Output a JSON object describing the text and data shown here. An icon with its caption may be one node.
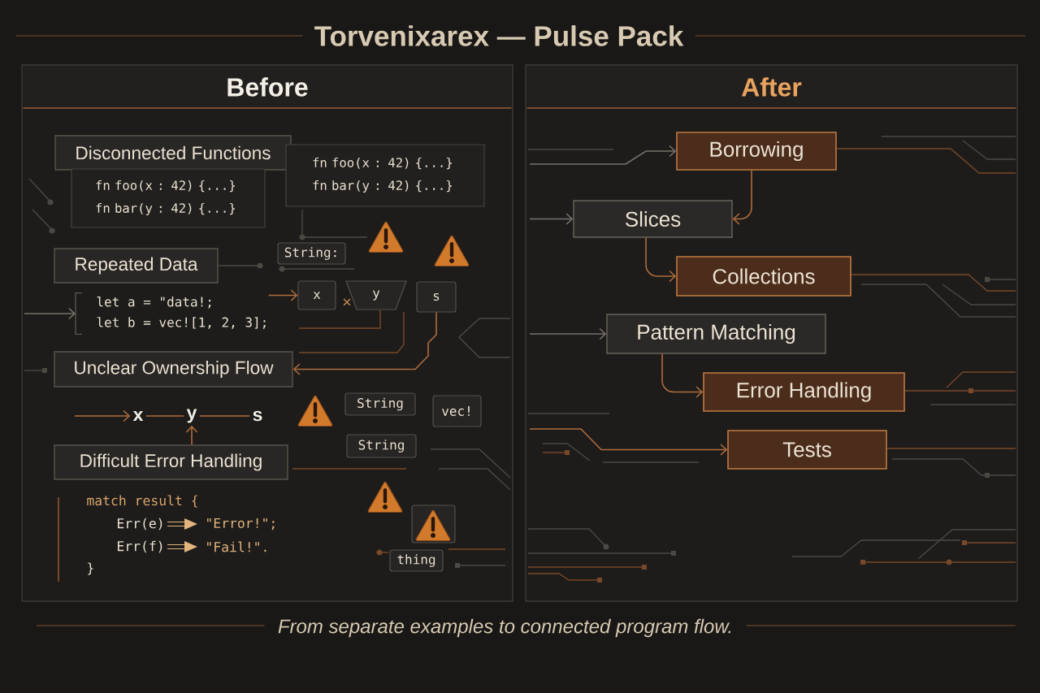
{
  "diagram": {
    "title": "Torvenixarex — Pulse Pack",
    "caption": "From separate examples to connected program flow.",
    "nodes": [
      {
        "text": [
          "Before"
        ]
      },
      {
        "text": [
          "After"
        ]
      },
      {
        "text": [
          "Disconnected Functions"
        ],
        "in": 0
      },
      {
        "text": [
          "fn foo(x : 42) {...}",
          "fn bar(y : 42) {...}"
        ],
        "in": 0
      },
      {
        "text": [
          "fn foo(x : 42) {...}",
          "fn bar(y : 42) {...}"
        ],
        "in": 0
      },
      {
        "text": [
          "Repeated Data"
        ],
        "in": 0
      },
      {
        "text": [
          "String:"
        ],
        "in": 0
      },
      {
        "text": [
          "let a = \"data!;",
          "let b = vec![1, 2, 3];"
        ],
        "in": 0
      },
      {
        "text": [
          "x"
        ],
        "in": 0
      },
      {
        "text": [
          "y"
        ],
        "in": 0
      },
      {
        "text": [
          "s"
        ],
        "in": 0
      },
      {
        "text": [
          "Unclear Ownership Flow"
        ],
        "in": 0
      },
      {
        "text": [
          "x"
        ],
        "in": 0
      },
      {
        "text": [
          "y"
        ],
        "in": 0
      },
      {
        "text": [
          "s"
        ],
        "in": 0
      },
      {
        "text": [
          "String"
        ],
        "in": 0
      },
      {
        "text": [
          "vec!"
        ],
        "in": 0
      },
      {
        "text": [
          "String"
        ],
        "in": 0
      },
      {
        "text": [
          "Difficult Error Handling"
        ],
        "in": 0
      },
      {
        "text": [],
        "shape": "box",
        "in": 0
      },
      {
        "text": [
          "thing"
        ],
        "in": 0
      },
      {
        "text": [
          "Borrowing"
        ],
        "in": 1
      },
      {
        "text": [
          "Slices"
        ],
        "in": 1
      },
      {
        "text": [
          "Collections"
        ],
        "in": 1
      },
      {
        "text": [
          "Pattern Matching"
        ],
        "in": 1
      },
      {
        "text": [
          "Error Handling"
        ],
        "in": 1
      },
      {
        "text": [
          "Tests"
        ],
        "in": 1
      }
    ],
    "edges": [
      {
        "from": null,
        "to": 7,
        "arrow": "to",
        "color": "#77716a"
      },
      {
        "from": 7,
        "to": 8,
        "arrow": "to"
      },
      {
        "from": 10,
        "to": 11,
        "arrow": "to"
      },
      {
        "from": null,
        "to": 12,
        "arrow": "to"
      },
      {
        "from": 12,
        "to": 13,
        "arrow": "none"
      },
      {
        "from": 13,
        "to": 14,
        "arrow": "none"
      },
      {
        "from": 18,
        "to": 13,
        "arrow": "to"
      },
      {
        "from": null,
        "to": 21,
        "arrow": "to",
        "color": "#77716a"
      },
      {
        "from": 21,
        "to": 22,
        "arrow": "to"
      },
      {
        "from": null,
        "to": 22,
        "arrow": "to",
        "color": "#77716a"
      },
      {
        "from": 22,
        "to": 23,
        "arrow": "to"
      },
      {
        "from": null,
        "to": 24,
        "arrow": "to",
        "color": "#77716a"
      },
      {
        "from": 24,
        "to": 25,
        "arrow": "to"
      },
      {
        "from": null,
        "to": 26,
        "arrow": "to"
      }
    ],
    "labels": [
      "×",
      "match result {",
      "Err(e)",
      "\"Error!\";",
      "Err(f)",
      "\"Fail!\".",
      "}"
    ]
  }
}
